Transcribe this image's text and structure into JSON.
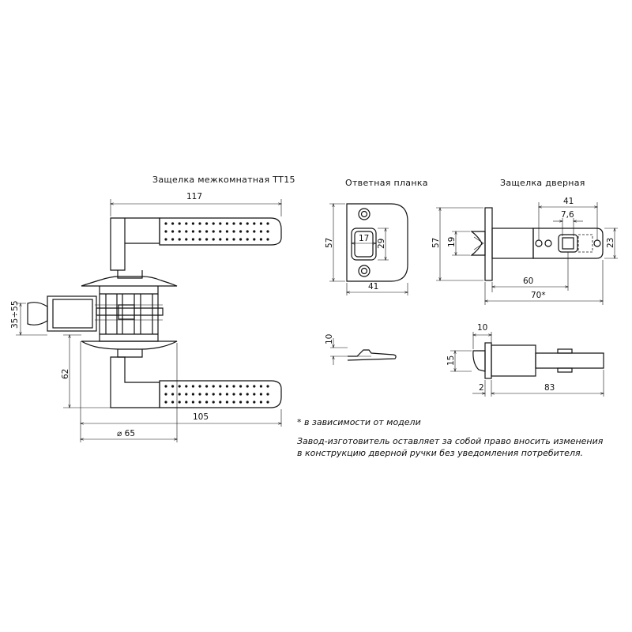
{
  "titles": {
    "main": "Защелка межкомнатная ТТ15",
    "strike": "Ответная планка",
    "latch": "Защелка дверная"
  },
  "dims": {
    "handle_length": "117",
    "backset": "35÷55",
    "lever_height": "62",
    "lever_reach": "105",
    "rosette_dia": "⌀ 65",
    "strike_height": "57",
    "strike_width": "41",
    "strike_slot_w": "17",
    "strike_slot_h": "29",
    "strike_thickness": "10",
    "latch_plate_h": "57",
    "latch_bolt_h": "19",
    "latch_body_h": "23",
    "latch_hole_dist": "41",
    "latch_square": "7,6",
    "latch_60": "60",
    "latch_70": "70*",
    "side_10": "10",
    "side_15": "15",
    "side_2": "2",
    "side_83": "83"
  },
  "notes": {
    "footnote": "* в зависимости от модели",
    "disclaimer_1": "Завод-изготовитель оставляет за собой право вносить изменения",
    "disclaimer_2": "в конструкцию дверной ручки без уведомления потребителя."
  }
}
